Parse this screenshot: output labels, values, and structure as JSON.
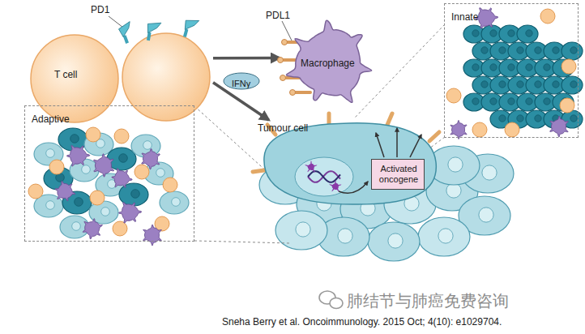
{
  "diagram": {
    "nodes": [
      {
        "text": [
          "T cell"
        ]
      },
      {
        "text": [
          "Macrophage"
        ]
      },
      {
        "text": [
          "IFNγ"
        ]
      },
      {
        "text": [
          "Tumour cell"
        ]
      },
      {
        "text": [
          "Activated oncogene"
        ],
        "in": 3
      },
      {
        "text": [
          "Adaptive"
        ]
      },
      {
        "text": [
          "Innate"
        ]
      }
    ],
    "edges": [
      {
        "from": 0,
        "to": 1,
        "arrow": "to"
      },
      {
        "from": 0,
        "to": 3,
        "arrow": "to"
      }
    ],
    "labels": [
      "PD1",
      "PDL1",
      "Sneha Berry et al. Oncoimmunology. 2015 Oct; 4(10): e1029704.",
      "肺结节与肺癌免费咨询"
    ]
  }
}
